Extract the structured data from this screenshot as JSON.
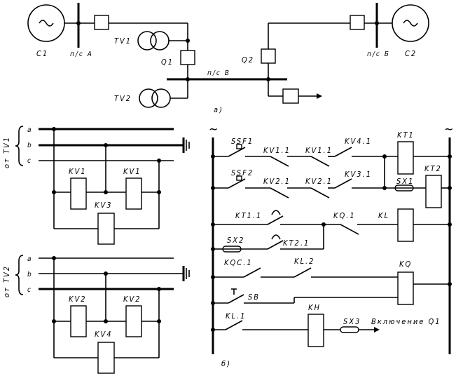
{
  "part_a": {
    "caption": "а)",
    "gen_left": "С1",
    "gen_right": "С2",
    "sub_a": "п/с А",
    "sub_b": "п/с Б",
    "sub_v": "п/с В",
    "tv1": "TV1",
    "tv2": "TV2",
    "q1": "Q1",
    "q2": "Q2"
  },
  "part_b": {
    "caption": "б)",
    "ac_symbol": "~",
    "panel1": {
      "side": "от TV1",
      "phases": [
        "a",
        "b",
        "c"
      ],
      "relay_left": "KV1",
      "relay_right": "KV1",
      "relay_bottom": "KV3"
    },
    "panel2": {
      "side": "от TV2",
      "phases": [
        "a",
        "b",
        "c"
      ],
      "relay_left": "KV2",
      "relay_right": "KV2",
      "relay_bottom": "KV4"
    },
    "control": {
      "ssf1": "SSF1",
      "ssf2": "SSF2",
      "kv11a": "KV1.1",
      "kv11b": "KV1.1",
      "kv41": "KV4.1",
      "kv21a": "KV2.1",
      "kv21b": "KV2.1",
      "kv31": "KV3.1",
      "kt1": "KT1",
      "kt2": "KT2",
      "sx1": "SX1",
      "kt11": "KT1.1",
      "kq1": "KQ.1",
      "kl": "KL",
      "sx2": "SX2",
      "kt21": "KT2.1",
      "kqc1": "KQC.1",
      "kl2": "KL.2",
      "kq": "KQ",
      "sb": "SB",
      "kh": "KH",
      "kl1": "KL.1",
      "sx3": "SX3",
      "vkl": "Включение Q1"
    }
  }
}
